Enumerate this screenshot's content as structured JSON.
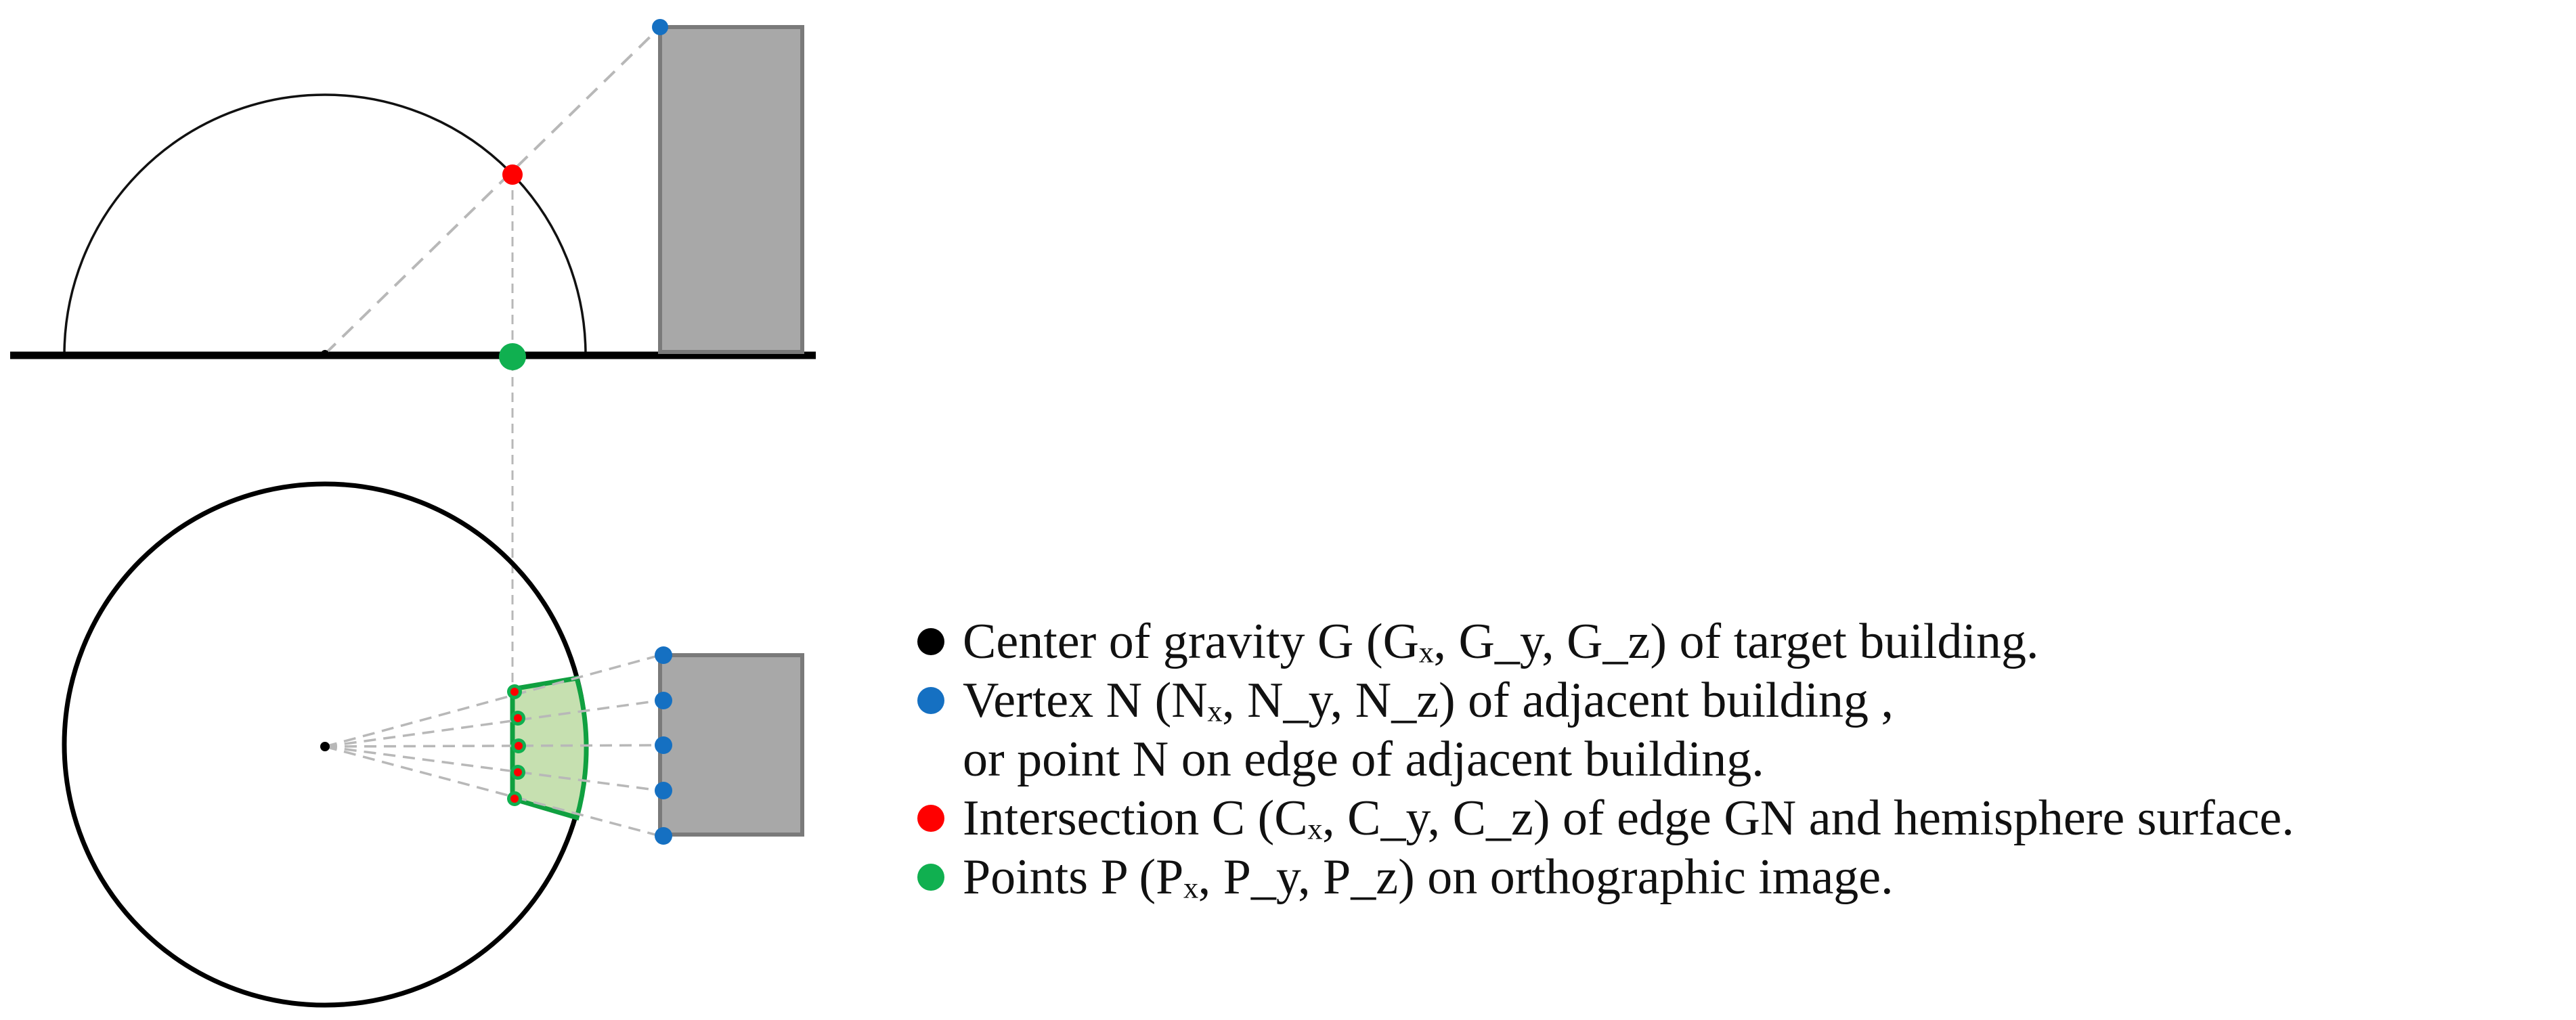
{
  "colors": {
    "center": "#000000",
    "vertex": "#1570c2",
    "intersection": "#ff0000",
    "projection": "#10b050",
    "building_fill": "#a8a8a8",
    "building_stroke": "#7a7a7a",
    "projection_fill": "#c6e0b0",
    "dash": "#b8b8b8"
  },
  "legend": {
    "items": [
      {
        "key": "center",
        "label": "Center of gravity G (Gₓ, G_y, G_z) of target building."
      },
      {
        "key": "vertex",
        "label": "Vertex N (Nₓ, N_y, N_z) of adjacent building ,"
      },
      {
        "key": "vertex_cont",
        "label": "or point N on edge of adjacent building."
      },
      {
        "key": "intersection",
        "label": "Intersection C (Cₓ, C_y, C_z) of edge GN and hemisphere surface."
      },
      {
        "key": "projection",
        "label": "Points P (Pₓ, P_y, P_z) on orthographic image."
      }
    ]
  }
}
